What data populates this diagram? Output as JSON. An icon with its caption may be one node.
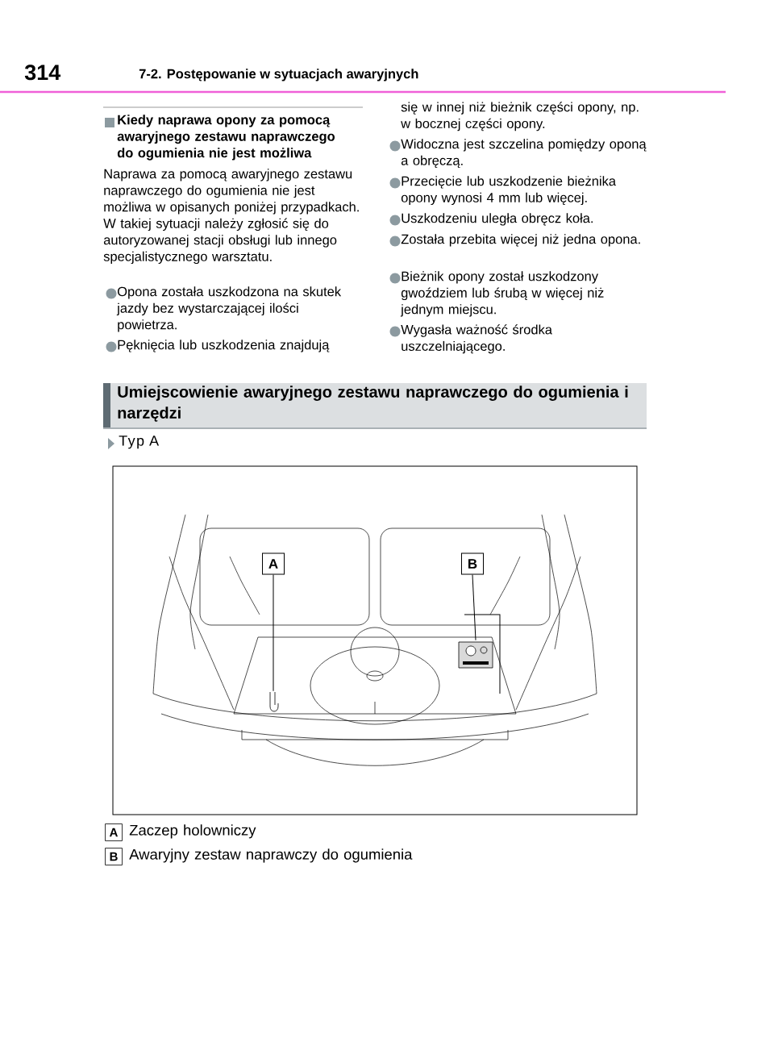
{
  "diagram": {
    "title": "7-2. Postępowanie w sytuacjach awaryjnych",
    "nodes": [
      {
        "text": [
          "A"
        ]
      },
      {
        "text": [
          "B"
        ]
      },
      {
        "text": [],
        "shape": "picture"
      },
      {
        "text": [],
        "shape": "picture"
      }
    ],
    "edges": [
      {
        "from": 0,
        "to": 2,
        "arrow": "none"
      },
      {
        "from": 1,
        "to": 3,
        "arrow": "none"
      }
    ],
    "labels": [
      "314",
      "Kiedy naprawa opony za pomocą awaryjnego zestawu naprawczego do ogumienia nie jest możliwa",
      "Naprawa za pomocą awaryjnego zestawu naprawczego do ogumienia nie jest możliwa w opisanych poniżej przypadkach. W takiej sytuacji należy zgłosić się do autoryzowanej stacji obsługi lub innego specjalistycznego warsztatu.",
      "Opona została uszkodzona na skutek jazdy bez wystarczającej ilości powietrza.",
      "Pęknięcia lub uszkodzenia znajdują",
      "się w innej niż bieżnik części opony, np. w bocznej części opony.",
      "Widoczna jest szczelina pomiędzy oponą a obręczą.",
      "Przecięcie lub uszkodzenie bieżnika opony wynosi 4 mm lub więcej.",
      "Uszkodzeniu uległa obręcz koła.",
      "Została przebita więcej niż jedna opona.",
      "Bieżnik opony został uszkodzony gwoździem lub śrubą w więcej niż jednym miejscu.",
      "Wygasła ważność środka uszczelniającego.",
      "Umiejscowienie awaryjnego zestawu naprawczego do ogumienia i narzędzi",
      "Typ A",
      "A",
      "Zaczep holowniczy",
      "B",
      "Awaryjny zestaw naprawczy do ogumienia"
    ]
  }
}
